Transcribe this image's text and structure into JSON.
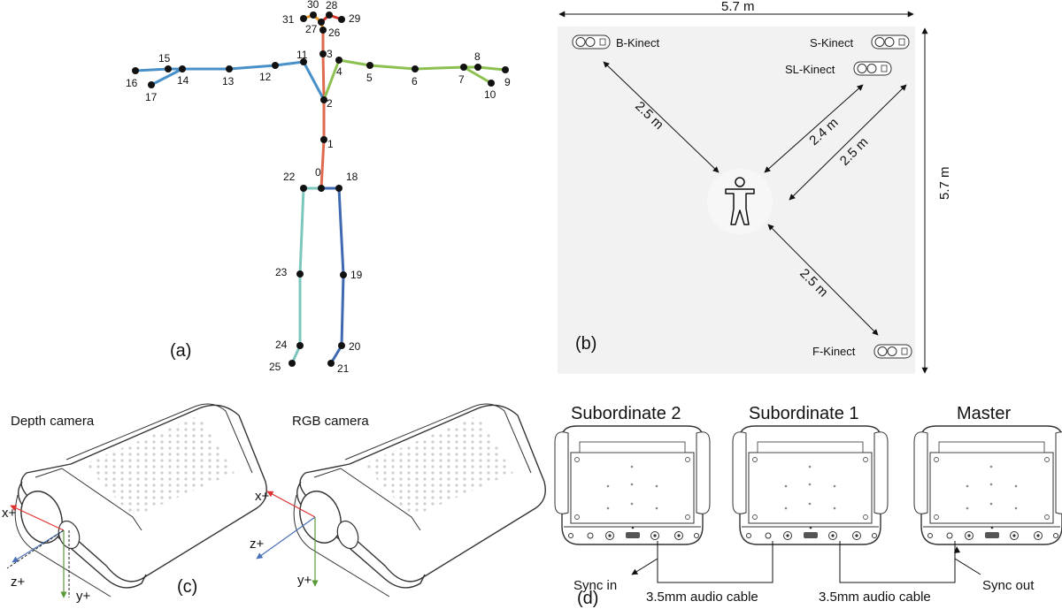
{
  "panel_a": {
    "label": "(a)",
    "joint_numbers": [
      "0",
      "1",
      "2",
      "3",
      "4",
      "5",
      "6",
      "7",
      "8",
      "9",
      "10",
      "11",
      "12",
      "13",
      "14",
      "15",
      "16",
      "17",
      "18",
      "19",
      "20",
      "21",
      "22",
      "23",
      "24",
      "25",
      "26",
      "27",
      "28",
      "29",
      "30",
      "31"
    ]
  },
  "panel_b": {
    "label": "(b)",
    "width_dim": "5.7 m",
    "height_dim": "5.7 m",
    "kinects": [
      "B-Kinect",
      "S-Kinect",
      "SL-Kinect",
      "F-Kinect"
    ],
    "distances": [
      "2.5 m",
      "2.4 m",
      "2.5 m",
      "2.5 m"
    ]
  },
  "panel_c": {
    "label": "(c)",
    "depth_title": "Depth camera",
    "rgb_title": "RGB camera",
    "axes": [
      "x+",
      "z+",
      "y+"
    ]
  },
  "panel_d": {
    "label": "(d)",
    "devices": [
      "Subordinate 2",
      "Subordinate 1",
      "Master"
    ],
    "sync_in": "Sync in",
    "sync_out": "Sync out",
    "cable": "3.5mm audio cable"
  },
  "colors": {
    "spine": "#e06a4f",
    "right_arm": "#4a90c8",
    "left_arm": "#8cc152",
    "right_leg": "#7cc6bd",
    "left_leg": "#3f69b0",
    "head": "#e89a2c",
    "joint": "#111111",
    "room": "#f2f2f2"
  }
}
